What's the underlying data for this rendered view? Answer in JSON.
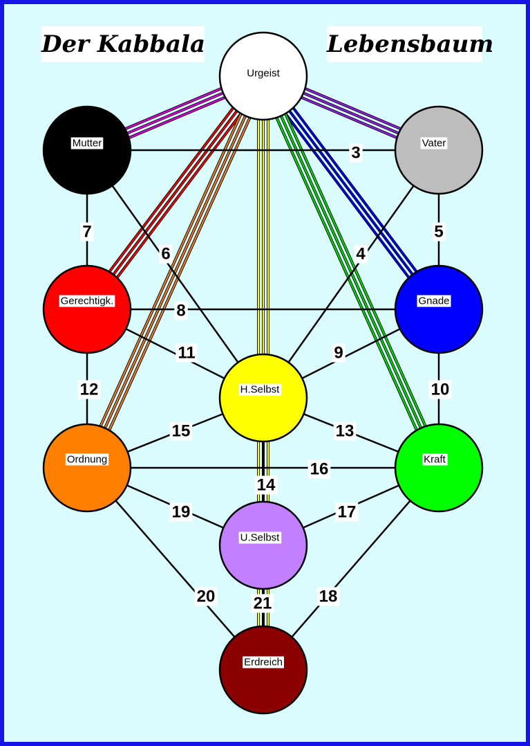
{
  "title": {
    "left": "Der Kabbala",
    "right": "Lebensbaum"
  },
  "nodes": [
    {
      "id": "urgeist",
      "label": "Urgeist",
      "color": "#ffffff"
    },
    {
      "id": "mutter",
      "label": "Mutter",
      "color": "#000000"
    },
    {
      "id": "vater",
      "label": "Vater",
      "color": "#bdbdbd"
    },
    {
      "id": "gerechtigk",
      "label": "Gerechtigk.",
      "color": "#ff0000"
    },
    {
      "id": "gnade",
      "label": "Gnade",
      "color": "#0000ff"
    },
    {
      "id": "hselbst",
      "label": "H.Selbst",
      "color": "#ffff00"
    },
    {
      "id": "ordnung",
      "label": "Ordnung",
      "color": "#ff8000"
    },
    {
      "id": "kraft",
      "label": "Kraft",
      "color": "#00ff00"
    },
    {
      "id": "uselbst",
      "label": "U.Selbst",
      "color": "#c27fff"
    },
    {
      "id": "erdreich",
      "label": "Erdreich",
      "color": "#8b0000"
    }
  ],
  "paths": [
    {
      "label": "3",
      "from": "mutter",
      "to": "vater"
    },
    {
      "label": "4",
      "from": "vater",
      "to": "hselbst"
    },
    {
      "label": "5",
      "from": "vater",
      "to": "gnade"
    },
    {
      "label": "6",
      "from": "mutter",
      "to": "hselbst"
    },
    {
      "label": "7",
      "from": "mutter",
      "to": "gerechtigk"
    },
    {
      "label": "8",
      "from": "gerechtigk",
      "to": "gnade"
    },
    {
      "label": "9",
      "from": "gnade",
      "to": "hselbst"
    },
    {
      "label": "10",
      "from": "gnade",
      "to": "kraft"
    },
    {
      "label": "11",
      "from": "gerechtigk",
      "to": "hselbst"
    },
    {
      "label": "12",
      "from": "gerechtigk",
      "to": "ordnung"
    },
    {
      "label": "13",
      "from": "hselbst",
      "to": "kraft"
    },
    {
      "label": "14",
      "from": "hselbst",
      "to": "uselbst"
    },
    {
      "label": "15",
      "from": "hselbst",
      "to": "ordnung"
    },
    {
      "label": "16",
      "from": "ordnung",
      "to": "kraft"
    },
    {
      "label": "17",
      "from": "kraft",
      "to": "uselbst"
    },
    {
      "label": "18",
      "from": "kraft",
      "to": "erdreich"
    },
    {
      "label": "19",
      "from": "ordnung",
      "to": "uselbst"
    },
    {
      "label": "20",
      "from": "ordnung",
      "to": "erdreich"
    },
    {
      "label": "21",
      "from": "uselbst",
      "to": "erdreich"
    }
  ],
  "rays": [
    {
      "from": "urgeist",
      "to": "mutter",
      "color": "#e000e0"
    },
    {
      "from": "urgeist",
      "to": "vater",
      "color": "#9a1ee8"
    },
    {
      "from": "urgeist",
      "to": "gerechtigk",
      "color": "#ff0000"
    },
    {
      "from": "urgeist",
      "to": "ordnung",
      "color": "#ee7d20"
    },
    {
      "from": "urgeist",
      "to": "erdreich",
      "color": "#ffff00"
    },
    {
      "from": "urgeist",
      "to": "gnade",
      "color": "#0000ff"
    },
    {
      "from": "urgeist",
      "to": "kraft",
      "color": "#00dd00"
    }
  ]
}
